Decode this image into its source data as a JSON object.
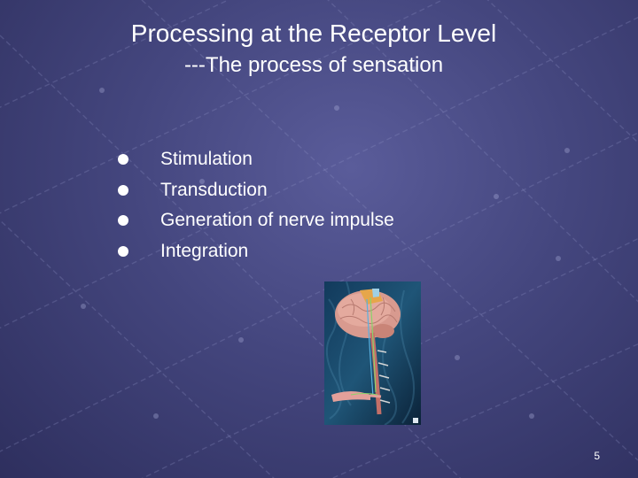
{
  "slide": {
    "title": "Processing at the Receptor Level",
    "subtitle": "---The process of sensation",
    "bullets": [
      "Stimulation",
      "Transduction",
      "Generation of nerve impulse",
      "Integration"
    ],
    "page_number": "5"
  },
  "colors": {
    "background": "#44467e",
    "text": "#ffffff"
  },
  "figure": {
    "icon": "brain-spinal-cord-illustration"
  }
}
